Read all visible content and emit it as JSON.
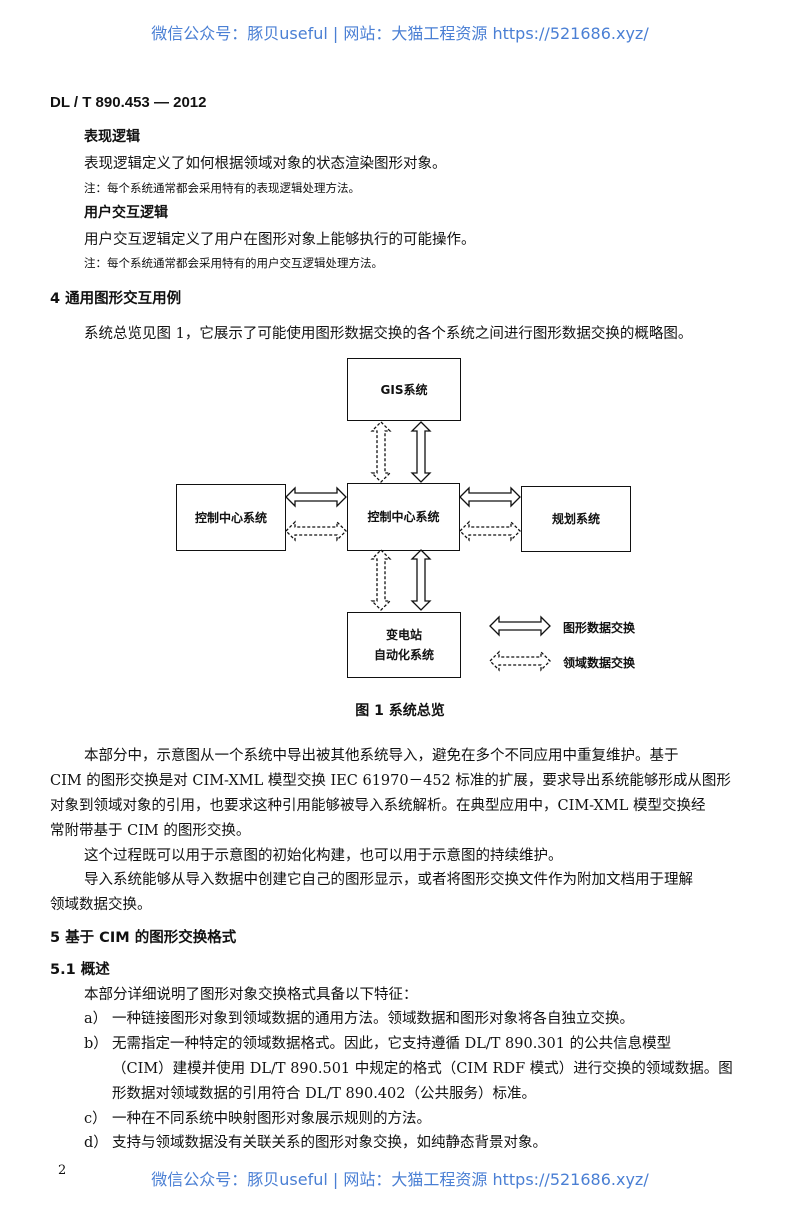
{
  "watermark": {
    "top": "微信公众号：豚贝useful | 网站：大猫工程资源 https://521686.xyz/",
    "bottom": "微信公众号：豚贝useful | 网站：大猫工程资源 https://521686.xyz/"
  },
  "header": {
    "standard_no": "DL / T 890.453 — 2012"
  },
  "terms": [
    {
      "title": "表现逻辑",
      "definition": "表现逻辑定义了如何根据领域对象的状态渲染图形对象。",
      "note": "注：每个系统通常都会采用特有的表现逻辑处理方法。"
    },
    {
      "title": "用户交互逻辑",
      "definition": "用户交互逻辑定义了用户在图形对象上能够执行的可能操作。",
      "note": "注：每个系统通常都会采用特有的用户交互逻辑处理方法。"
    }
  ],
  "section4": {
    "heading": "4   通用图形交互用例",
    "intro": "系统总览见图 1，它展示了可能使用图形数据交换的各个系统之间进行图形数据交换的概略图。"
  },
  "figure": {
    "boxes": {
      "gis": "GIS系统",
      "control_left": "控制中心系统",
      "control_center": "控制中心系统",
      "planning": "规划系统",
      "substation_line1": "变电站",
      "substation_line2": "自动化系统"
    },
    "legend": {
      "graphic": "图形数据交换",
      "domain": "领域数据交换"
    },
    "caption": "图 1    系统总览"
  },
  "body": {
    "p1_line1": "本部分中，示意图从一个系统中导出被其他系统导入，避免在多个不同应用中重复维护。基于",
    "p1_line2": "CIM 的图形交换是对 CIM-XML 模型交换 IEC 61970－452 标准的扩展，要求导出系统能够形成从图形",
    "p1_line3": "对象到领域对象的引用，也要求这种引用能够被导入系统解析。在典型应用中，CIM-XML 模型交换经",
    "p1_line4": "常附带基于 CIM 的图形交换。",
    "p2": "这个过程既可以用于示意图的初始化构建，也可以用于示意图的持续维护。",
    "p3_line1": "导入系统能够从导入数据中创建它自己的图形显示，或者将图形交换文件作为附加文档用于理解",
    "p3_line2": "领域数据交换。"
  },
  "section5": {
    "heading": "5   基于 CIM 的图形交换格式",
    "sub_heading": "5.1   概述",
    "intro": "本部分详细说明了图形对象交换格式具备以下特征：",
    "items": [
      {
        "label": "a）",
        "lines": [
          "一种链接图形对象到领域数据的通用方法。领域数据和图形对象将各自独立交换。"
        ]
      },
      {
        "label": "b）",
        "lines": [
          "无需指定一种特定的领域数据格式。因此，它支持遵循 DL/T 890.301 的公共信息模型",
          "（CIM）建模并使用 DL/T 890.501 中规定的格式（CIM RDF 模式）进行交换的领域数据。图",
          "形数据对领域数据的引用符合 DL/T 890.402（公共服务）标准。"
        ]
      },
      {
        "label": "c）",
        "lines": [
          "一种在不同系统中映射图形对象展示规则的方法。"
        ]
      },
      {
        "label": "d）",
        "lines": [
          "支持与领域数据没有关联关系的图形对象交换，如纯静态背景对象。"
        ]
      }
    ]
  },
  "footer": {
    "page_number": "2"
  }
}
